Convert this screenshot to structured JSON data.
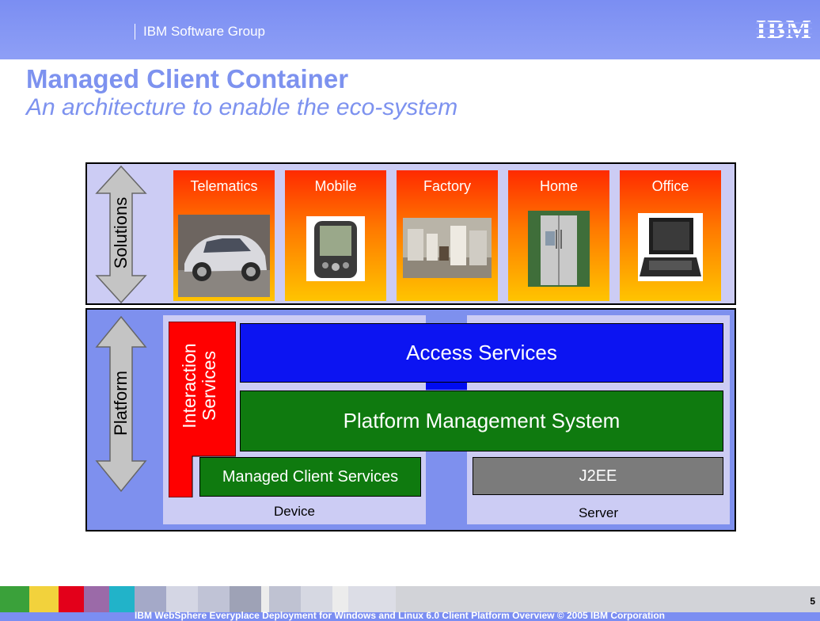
{
  "header": {
    "group": "IBM Software Group",
    "logo": "IBM"
  },
  "slide": {
    "title": "Managed Client Container",
    "subtitle": "An architecture to enable the eco-system"
  },
  "diagram": {
    "solutions_label": "Solutions",
    "platform_label": "Platform",
    "solutions": [
      {
        "label": "Telematics",
        "icon": "car-image"
      },
      {
        "label": "Mobile",
        "icon": "pda-image"
      },
      {
        "label": "Factory",
        "icon": "factory-image"
      },
      {
        "label": "Home",
        "icon": "refrigerator-image"
      },
      {
        "label": "Office",
        "icon": "laptop-image"
      }
    ],
    "interaction_services": "Interaction Services",
    "access_services": "Access Services",
    "platform_management": "Platform Management System",
    "managed_client_services": "Managed Client Services",
    "j2ee": "J2EE",
    "device": "Device",
    "server": "Server"
  },
  "footer": {
    "text": "IBM WebSphere Everyplace Deployment for Windows and Linux 6.0 Client Platform Overview     © 2005 IBM Corporation",
    "page": "5"
  },
  "colors": {
    "header": "#7b8ef2",
    "title": "#7d92ef",
    "access": "#0c14f2",
    "management": "#0f7a0f",
    "interaction": "#ff0000",
    "j2ee": "#7b7b7b"
  }
}
